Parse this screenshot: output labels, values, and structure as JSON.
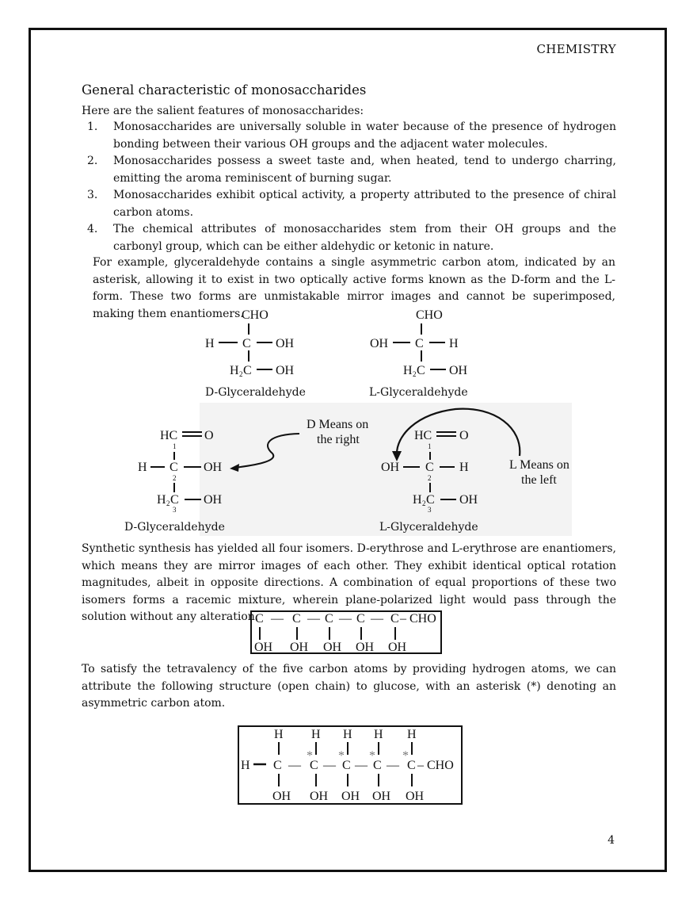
{
  "header": {
    "subject": "CHEMISTRY"
  },
  "section": {
    "title": "General characteristic of monosaccharides"
  },
  "intro": "Here are the salient features of monosaccharides:",
  "features": [
    {
      "num": "1.",
      "text": "Monosaccharides are universally soluble in water because of the presence of hydrogen bonding between their various OH groups and the adjacent water molecules."
    },
    {
      "num": "2.",
      "text": "Monosaccharides possess a sweet taste and, when heated, tend to undergo charring, emitting the aroma reminiscent of burning sugar."
    },
    {
      "num": "3.",
      "text": "Monosaccharides exhibit optical activity, a property attributed to the presence of chiral carbon atoms."
    },
    {
      "num": "4.",
      "text": "The chemical attributes of monosaccharides stem from their OH groups and the carbonyl group, which can be either aldehydic or ketonic in nature."
    }
  ],
  "example": "For example, glyceraldehyde contains a single asymmetric carbon atom, indicated by an asterisk, allowing it to exist in two optically active forms known as the D-form and the L-form. These two forms are unmistakable mirror images and cannot be superimposed, making them enantiomers.",
  "figure1": {
    "d_caption": "D-Glyceraldehyde",
    "l_caption": "L-Glyceraldehyde",
    "labels": {
      "cho": "CHO",
      "h": "H",
      "c": "C",
      "oh": "OH",
      "h2c_h": "H",
      "h2c_sub": "2",
      "h2c_c": "C"
    }
  },
  "figure2": {
    "d_caption": "D-Glyceraldehyde",
    "l_caption": "L-Glyceraldehyde",
    "d_note_line1": "D Means on",
    "d_note_line2": "the right",
    "l_note_line1": "L Means on",
    "l_note_line2": "the left",
    "labels": {
      "hc": "HC",
      "o": "O",
      "h": "H",
      "c": "C",
      "oh": "OH",
      "h2c": "H",
      "h2c_sub": "2",
      "h2c_c": "C",
      "n1": "1",
      "n2": "2",
      "n3": "3"
    }
  },
  "synthesis": "Synthetic synthesis has yielded all four isomers. D-erythrose and L-erythrose are enantiomers, which means they are mirror images of each other. They exhibit identical optical rotation magnitudes, albeit in opposite directions. A combination of equal proportions of these two isomers forms a racemic mixture, wherein plane-polarized light would pass through the solution without any alteration.",
  "chain1": {
    "c": "C",
    "dash": "—",
    "cho": "– CHO",
    "oh": "OH"
  },
  "tetravalency": "To satisfy the tetravalency of the five carbon atoms by providing hydrogen atoms, we can attribute the following structure (open chain) to glucose, with an asterisk (*) denoting an asymmetric carbon atom.",
  "chain2": {
    "h": "H",
    "c": "C",
    "oh": "OH",
    "star": "*",
    "cho": "– CHO",
    "dash": "—"
  },
  "page_number": "4"
}
